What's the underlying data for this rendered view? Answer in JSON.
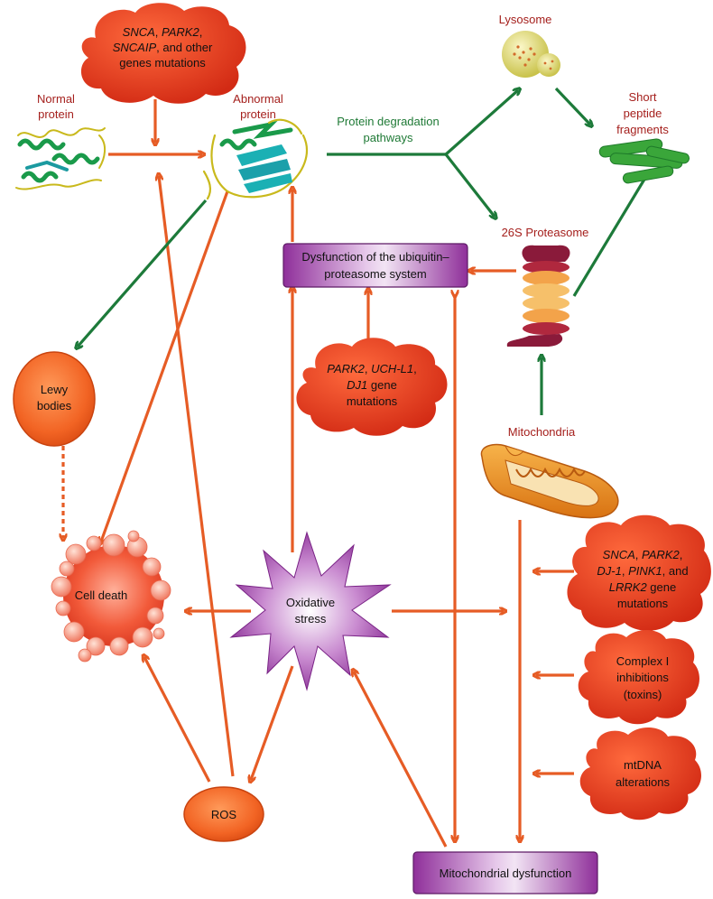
{
  "labels": {
    "normal_protein": [
      "Normal",
      "protein"
    ],
    "abnormal_protein": [
      "Abnormal",
      "protein"
    ],
    "degradation": [
      "Protein degradation",
      "pathways"
    ],
    "lysosome": "Lysosome",
    "short_peptide": [
      "Short",
      "peptide",
      "fragments"
    ],
    "proteasome": "26S Proteasome",
    "mitochondria": "Mitochondria"
  },
  "boxes": {
    "ups": [
      "Dysfunction of the ubiquitin–",
      "proteasome system"
    ],
    "mito_dysfunction": "Mitochondrial dysfunction"
  },
  "clouds": {
    "top": {
      "l1_i1": "SNCA",
      "l1_s1": ", ",
      "l1_i2": "PARK2",
      "l1_s2": ",",
      "l2_i1": "SNCAIP",
      "l2_s1": ", and other",
      "l3": "genes mutations"
    },
    "middle": {
      "l1_i1": "PARK2",
      "l1_s1": ", ",
      "l1_i2": "UCH-L1",
      "l1_s2": ",",
      "l2_i1": "DJ1",
      "l2_s1": "  gene",
      "l3": "mutations"
    },
    "right_genes": {
      "l1_i1": "SNCA",
      "l1_s1": ", ",
      "l1_i2": "PARK2",
      "l1_s2": ",",
      "l2_i1": "DJ-1",
      "l2_s1": ", ",
      "l2_i2": "PINK1",
      "l2_s2": ", and",
      "l3_i1": "LRRK2",
      "l3_s1": " gene",
      "l4": "mutations"
    },
    "complex_i": [
      "Complex I",
      "inhibitions",
      "(toxins)"
    ],
    "mtdna": [
      "mtDNA",
      "alterations"
    ]
  },
  "nodes": {
    "lewy_bodies": [
      "Lewy",
      "bodies"
    ],
    "cell_death": "Cell death",
    "oxidative_stress": [
      "Oxidative",
      "stress"
    ],
    "ros": "ROS"
  },
  "colors": {
    "orange_arrow": "#e65c25",
    "green_arrow": "#1d7a3a",
    "cloud_red": "#e8361c",
    "purple": "#9c3fa6",
    "label_red": "#a5201d",
    "label_green": "#1f7a36"
  }
}
